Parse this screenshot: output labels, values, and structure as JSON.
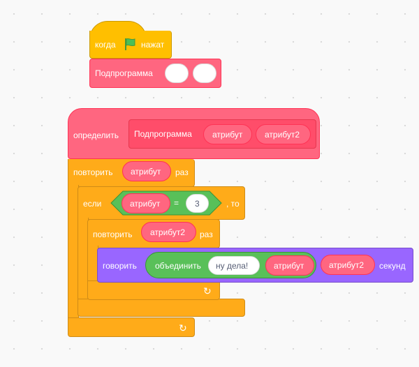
{
  "event_block": {
    "when": "когда",
    "flag_icon": "green-flag-icon",
    "clicked": "нажат"
  },
  "call_block": {
    "name": "Подпрограмма"
  },
  "define_block": {
    "define": "определить",
    "name": "Подпрограмма",
    "param1": "атрибут",
    "param2": "атрибут2"
  },
  "repeat_outer": {
    "label": "повторить",
    "arg": "атрибут",
    "suffix": "раз"
  },
  "if_block": {
    "label": "если",
    "left": "атрибут",
    "op": "=",
    "right": "3",
    "suffix": ", то"
  },
  "repeat_inner": {
    "label": "повторить",
    "arg": "атрибут2",
    "suffix": "раз"
  },
  "say_block": {
    "label": "говорить",
    "join": "объединить",
    "join_text": "ну дела!",
    "join_var": "атрибут",
    "secs_var": "атрибут2",
    "suffix": "секунд"
  },
  "colors": {
    "events": "#ffbf00",
    "my_blocks": "#ff6680",
    "control": "#ffab19",
    "operators": "#59c059",
    "looks": "#9966ff"
  }
}
